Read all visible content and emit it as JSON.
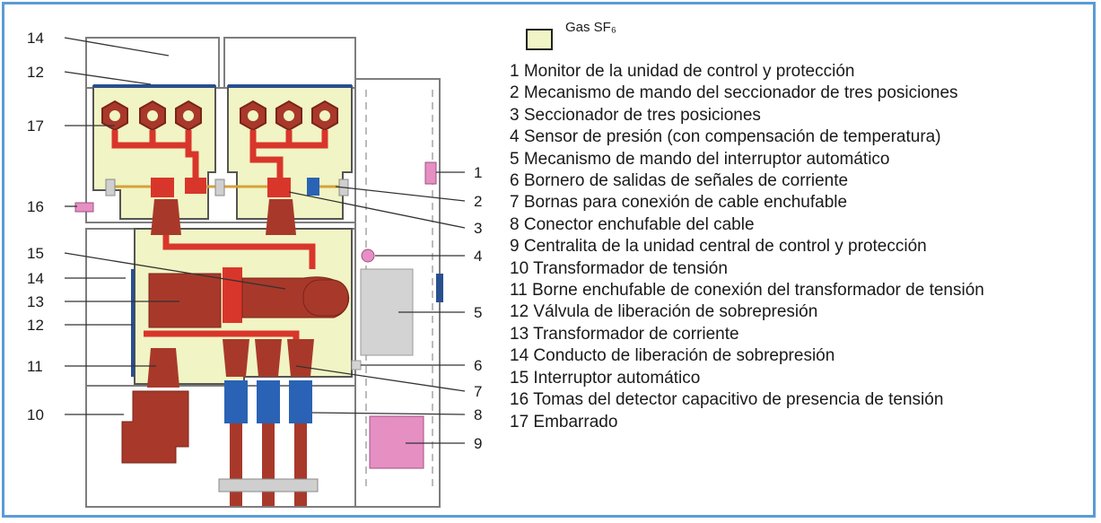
{
  "gas_label": "Gas SF₆",
  "colors": {
    "gas_fill": "#f1f4c4",
    "conductor": "#a8392a",
    "bushing_blue": "#2a63b5",
    "pink": "#e58fc3",
    "grey_box": "#d3d3d3",
    "frame_border": "#5b9bd5"
  },
  "legend": [
    "1 Monitor de la unidad de control y protección",
    "2 Mecanismo de mando del seccionador de tres posiciones",
    "3 Seccionador de tres posiciones",
    "4 Sensor de presión (con compensación de temperatura)",
    "5 Mecanismo de mando del interruptor automático",
    "6 Bornero de salidas de señales de corriente",
    "7 Bornas para conexión de cable enchufable",
    "8 Conector enchufable del cable",
    "9 Centralita de la unidad central de control y protección",
    "10 Transformador de tensión",
    "11 Borne enchufable de conexión del transformador de tensión",
    "12 Válvula de liberación de sobrepresión",
    "13 Transformador de corriente",
    "14 Conducto de liberación de sobrepresión",
    "15 Interruptor automático",
    "16 Tomas del detector capacitivo de presencia de tensión",
    "17 Embarrado"
  ],
  "callouts_left": [
    "14",
    "12",
    "17",
    "16",
    "15",
    "14",
    "13",
    "12",
    "11",
    "10"
  ],
  "callouts_right": [
    "1",
    "2",
    "3",
    "4",
    "5",
    "6",
    "7",
    "8",
    "9"
  ]
}
